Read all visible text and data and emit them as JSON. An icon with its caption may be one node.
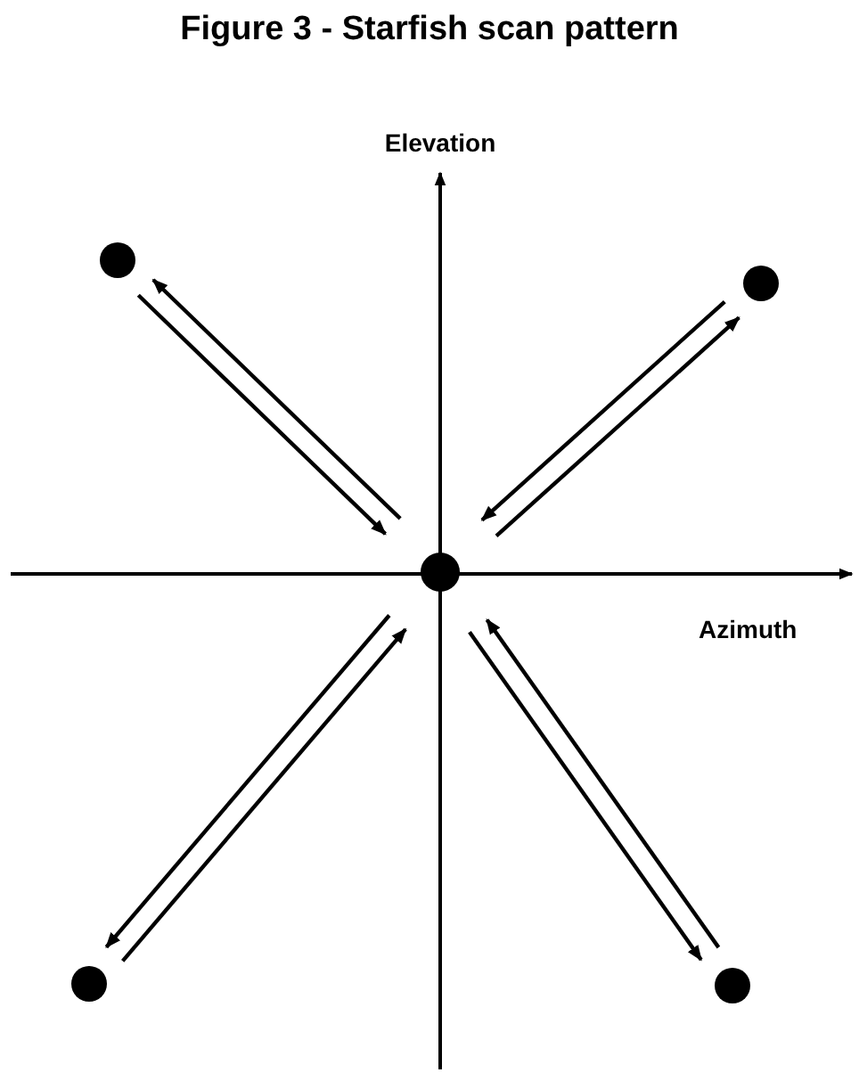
{
  "diagram": {
    "title": "Figure 3 - Starfish scan pattern",
    "nodes": [
      {
        "text": [],
        "shape": "circle"
      },
      {
        "text": [],
        "shape": "circle"
      },
      {
        "text": [],
        "shape": "circle"
      },
      {
        "text": [],
        "shape": "circle"
      },
      {
        "text": [],
        "shape": "circle"
      }
    ],
    "edges": [
      {
        "from": 2,
        "to": 0,
        "arrow": "to"
      },
      {
        "from": 0,
        "to": 2,
        "arrow": "to"
      },
      {
        "from": 2,
        "to": 1,
        "arrow": "to"
      },
      {
        "from": 1,
        "to": 2,
        "arrow": "to"
      },
      {
        "from": 2,
        "to": 3,
        "arrow": "to"
      },
      {
        "from": 3,
        "to": 2,
        "arrow": "to"
      },
      {
        "from": 2,
        "to": 4,
        "arrow": "to"
      },
      {
        "from": 4,
        "to": 2,
        "arrow": "to"
      }
    ],
    "labels": [
      "Elevation",
      "Azimuth"
    ]
  }
}
